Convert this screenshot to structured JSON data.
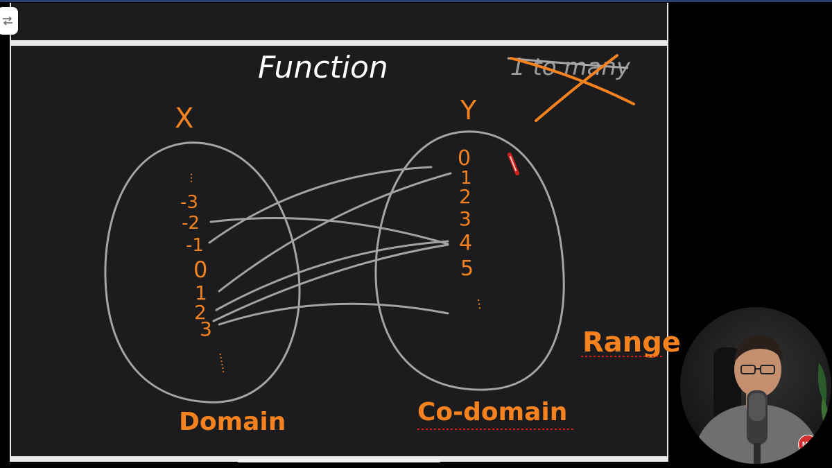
{
  "title": "Function",
  "crossed_note": "1 to many",
  "set_x_label": "X",
  "set_y_label": "Y",
  "domain_elements": [
    "...",
    "-3",
    "-2",
    "-1",
    "0",
    "1",
    "2",
    "3",
    "......"
  ],
  "codomain_elements": [
    "0",
    "1",
    "2",
    "3",
    "4",
    "5",
    "..."
  ],
  "domain_label": "Domain",
  "codomain_label": "Co-domain",
  "range_label": "Range",
  "mappings": [
    {
      "from": "-2",
      "to": "4"
    },
    {
      "from": "-1",
      "to": "1"
    },
    {
      "from": "1",
      "to": "1"
    },
    {
      "from": "2",
      "to": "4"
    },
    {
      "from": "2",
      "to": "4"
    },
    {
      "from": "3",
      "to": "..."
    }
  ],
  "badge": "MG",
  "colors": {
    "board": "#1c1c1e",
    "orange": "#f5821f",
    "white": "#ffffff",
    "gray_ink": "#a2a2a2",
    "red_underline": "#d0201b"
  },
  "icons": {
    "side_button": "swap-arrows-icon"
  }
}
